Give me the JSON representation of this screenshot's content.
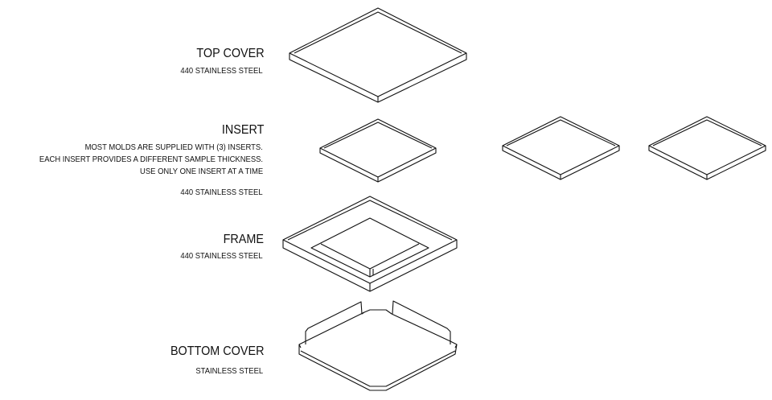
{
  "parts": {
    "top_cover": {
      "title": "TOP COVER",
      "material": "440 STAINLESS STEEL"
    },
    "insert": {
      "title": "INSERT",
      "notes": [
        "MOST MOLDS ARE SUPPLIED  WITH (3) INSERTS.",
        "EACH INSERT PROVIDES A DIFFERENT SAMPLE THICKNESS.",
        "USE ONLY ONE INSERT AT A TIME"
      ],
      "material": "440 STAINLESS STEEL"
    },
    "frame": {
      "title": "FRAME",
      "material": "440 STAINLESS STEEL"
    },
    "bottom_cover": {
      "title": "BOTTOM COVER",
      "material": "STAINLESS STEEL"
    }
  }
}
